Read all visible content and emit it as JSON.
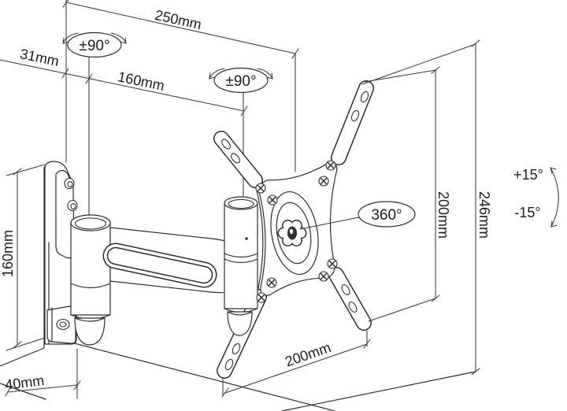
{
  "drawing": {
    "type": "tv-wall-mount-technical-drawing",
    "background": "#ffffff",
    "line_color": "#2e2e2e",
    "labels": {
      "dim_top_depth": "250mm",
      "dim_wall_offset": "31mm",
      "dim_arm_length": "160mm",
      "rot_pivot_wall": "±90°",
      "rot_pivot_plate": "±90°",
      "rot_plate_swivel": "360°",
      "dim_vesa_height": "200mm",
      "dim_overall_height": "246mm",
      "tilt_up": "+15°",
      "tilt_down": "-15°",
      "dim_wallplate_height": "160mm",
      "dim_base_depth": "40mm",
      "dim_vesa_width": "200mm"
    }
  }
}
